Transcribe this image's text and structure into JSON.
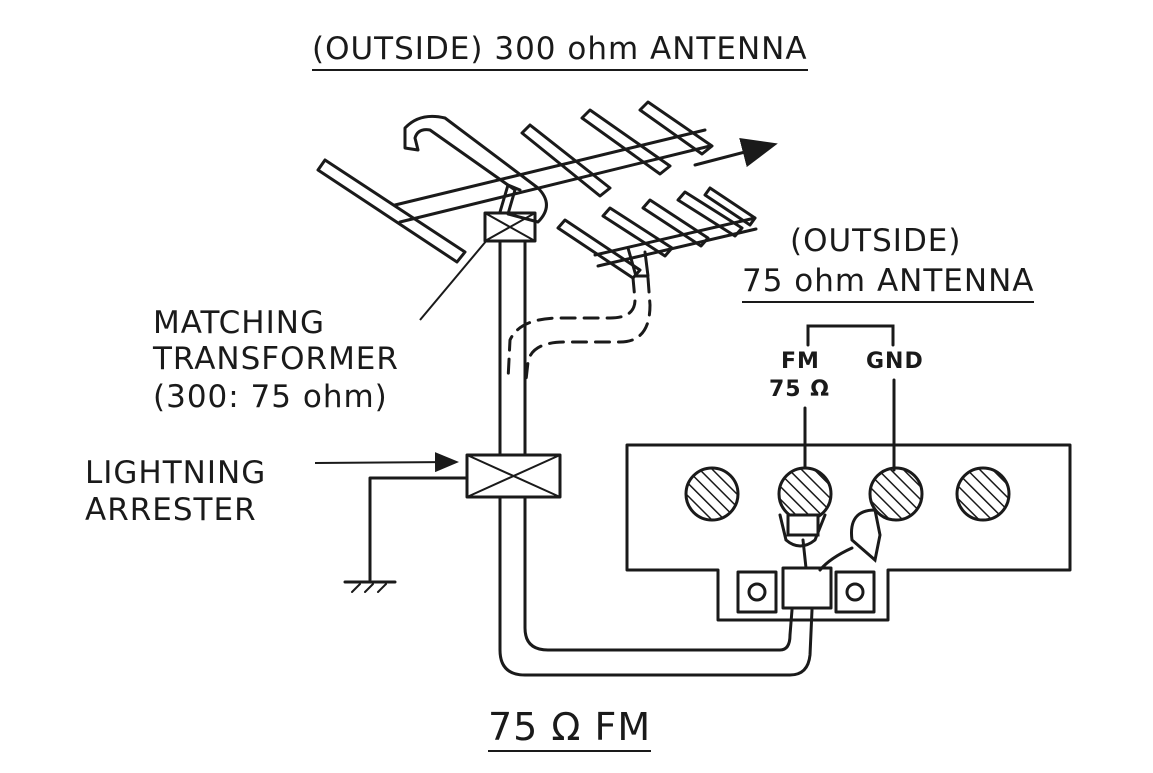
{
  "labels": {
    "title_top": "(OUTSIDE) 300 ohm  ANTENNA",
    "outside_75": "(OUTSIDE)",
    "antenna_75": "75 ohm  ANTENNA",
    "matching_1": "MATCHING",
    "matching_2": "TRANSFORMER",
    "matching_3": "(300: 75 ohm)",
    "lightning_1": "LIGHTNING",
    "lightning_2": "ARRESTER",
    "fm_terminal_1": "FM",
    "fm_terminal_2": "75 Ω",
    "gnd_terminal": "GND",
    "caption": "75 Ω  FM"
  },
  "colors": {
    "ink": "#1a1a1a",
    "paper": "#ffffff"
  }
}
